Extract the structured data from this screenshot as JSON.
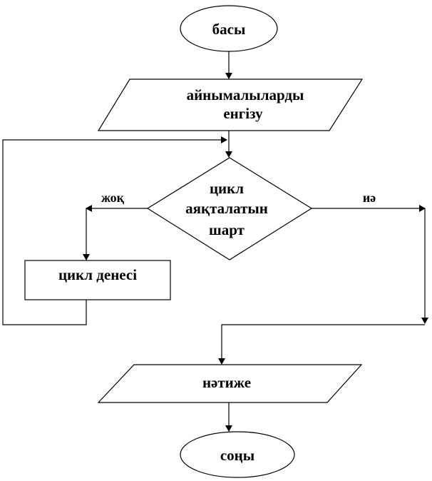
{
  "nodes": {
    "start": "басы",
    "input_line1": "айнымалыларды",
    "input_line2": "енгізу",
    "condition_line1": "цикл",
    "condition_line2": "аяқталатын",
    "condition_line3": "шарт",
    "body": "цикл денесі",
    "output": "нәтиже",
    "end": "соңы"
  },
  "branches": {
    "no": "жоқ",
    "yes": "иә"
  }
}
